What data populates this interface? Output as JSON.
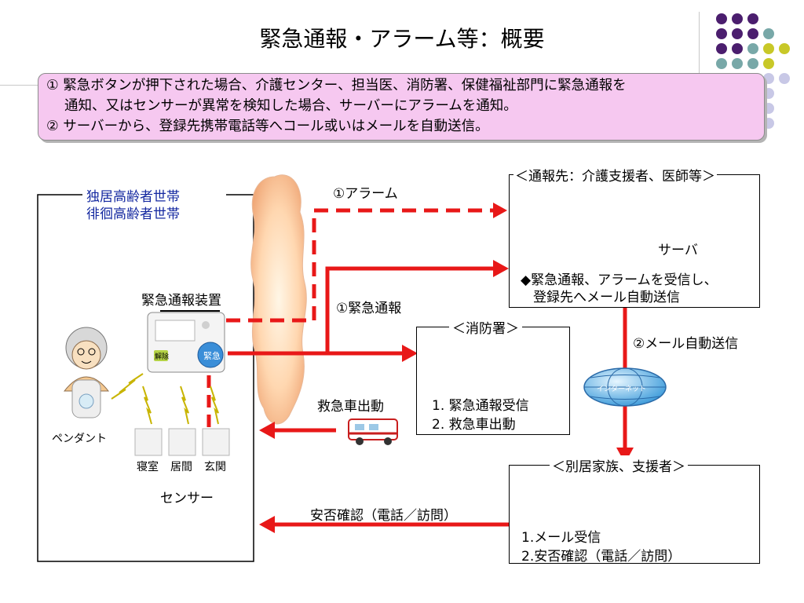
{
  "title": "緊急通報・アラーム等：概要",
  "summary": {
    "line1": "① 緊急ボタンが押下された場合、介護センター、担当医、消防署、保健福祉部門に緊急通報を",
    "line2": "通知、又はセンサーが異常を検知した場合、サーバーにアラームを通知。",
    "line3": "② サーバーから、登録先携帯電話等へコール或いはメールを自動送信。"
  },
  "household": {
    "label1": "独居高齢者世帯",
    "label2": "徘徊高齢者世帯",
    "device_label": "緊急通報装置",
    "device_button_green": "解除",
    "device_button_blue": "緊急",
    "pendant_label": "ペンダント",
    "sensors": [
      "寝室",
      "居間",
      "玄関"
    ],
    "sensor_label": "センサー"
  },
  "arrows": {
    "alarm": "①アラーム",
    "emergency": "①緊急通報",
    "ambulance": "救急車出動",
    "auto_mail": "②メール自動送信",
    "safety_check": "安否確認（電話／訪問）"
  },
  "internet_label": "インターネット",
  "care_center": {
    "title": "＜通報先：介護支援者、医師等＞",
    "server_label": "サーバ",
    "desc1": "◆緊急通報、アラームを受信し、",
    "desc2": "登録先へメール自動送信"
  },
  "fire_station": {
    "title": "＜消防署＞",
    "item1": "1. 緊急通報受信",
    "item2": "2. 救急車出動"
  },
  "family": {
    "title": "＜別居家族、支援者＞",
    "item1": "1.メール受信",
    "item2": "2.安否確認（電話／訪問）"
  },
  "colors": {
    "arrow": "#e81818",
    "summary_bg": "#f6c8f0",
    "household_label": "#1428a0",
    "dot_purple": "#4b1e6e",
    "dot_teal": "#78a8a8",
    "dot_yellow": "#c8c828",
    "dot_lavender": "#c8c8e6"
  }
}
